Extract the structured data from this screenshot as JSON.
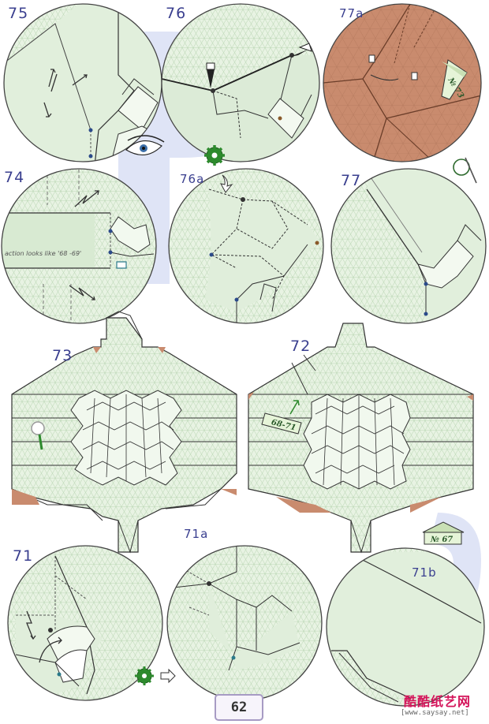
{
  "steps": {
    "s75": "75",
    "s76": "76",
    "s77a": "77a",
    "s74": "74",
    "s76a": "76a",
    "s77": "77",
    "s73": "73",
    "s72": "72",
    "s71": "71",
    "s71a": "71a",
    "s71b": "71b"
  },
  "annotations": {
    "action_note": "action looks like '68 -69'"
  },
  "tags": {
    "ref_73": "№ 73",
    "ref_68_71": "68-71",
    "ref_67": "№ 67"
  },
  "page_number": "62",
  "watermark": {
    "cn": "酷酷纸艺网",
    "url": "[www.saysay.net]"
  },
  "colors": {
    "paper": "#e8f3e3",
    "paper_shade": "#cfe2c9",
    "reverse_side": "#c98b6e",
    "step_number": "#3a3f8f",
    "accent_green": "#2d8a2d",
    "background_letter": "#dde2f5"
  }
}
